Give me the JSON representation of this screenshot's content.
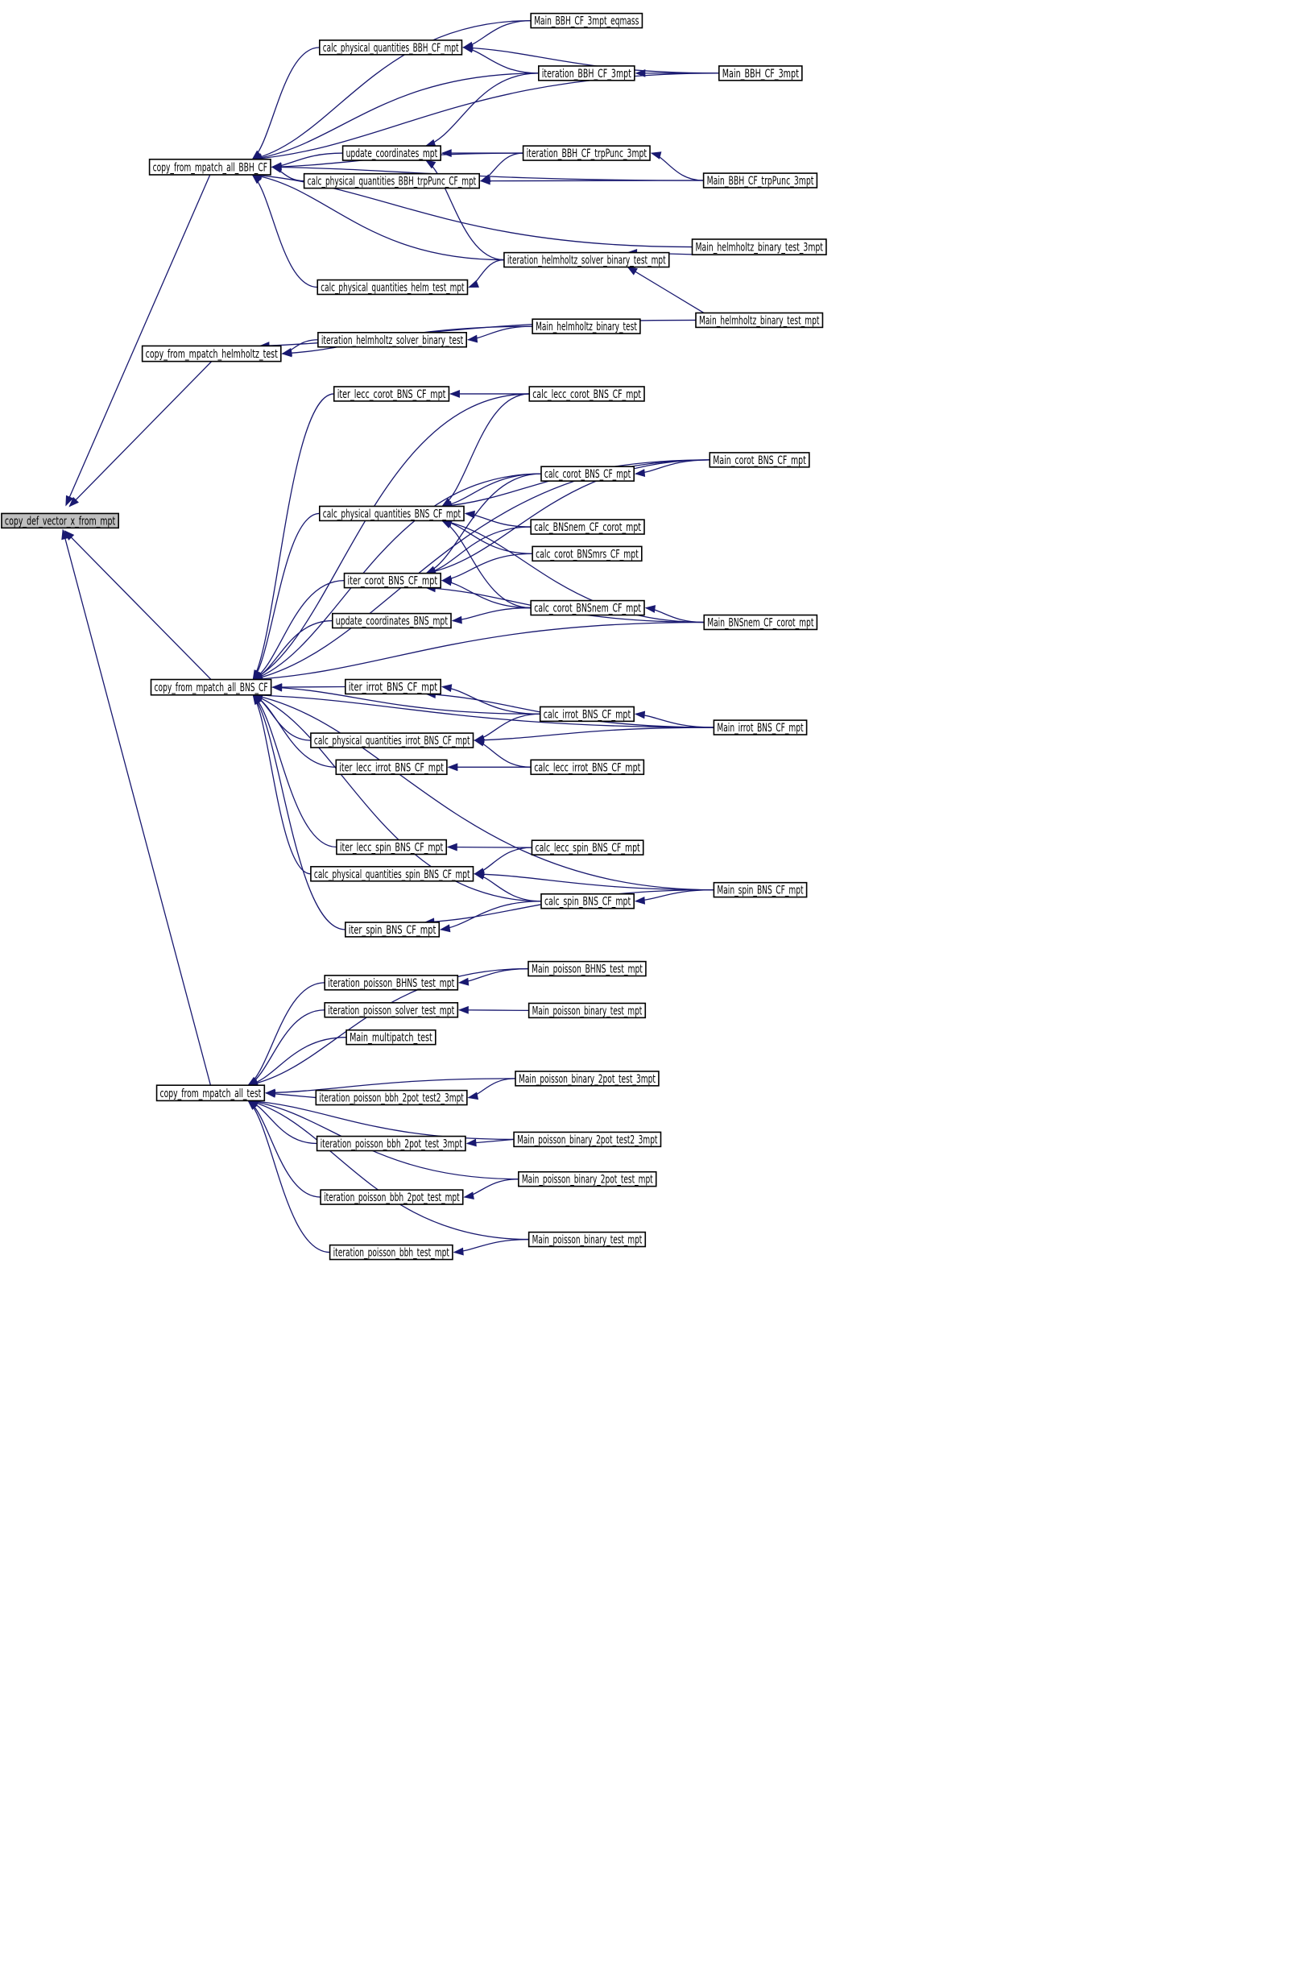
{
  "nodes": [
    {
      "id": "root",
      "label": "copy_def_vector_x_from_mpt"
    },
    {
      "id": "bbh",
      "label": "copy_from_mpatch_all_BBH_CF"
    },
    {
      "id": "helm",
      "label": "copy_from_mpatch_helmholtz_test"
    },
    {
      "id": "bns",
      "label": "copy_from_mpatch_all_BNS_CF"
    },
    {
      "id": "test",
      "label": "copy_from_mpatch_all_test"
    },
    {
      "id": "cpq_bbh",
      "label": "calc_physical_quantities_BBH_CF_mpt"
    },
    {
      "id": "upd",
      "label": "update_coordinates_mpt"
    },
    {
      "id": "cpq_trp",
      "label": "calc_physical_quantities_BBH_trpPunc_CF_mpt"
    },
    {
      "id": "cpq_helm",
      "label": "calc_physical_quantities_helm_test_mpt"
    },
    {
      "id": "main_eqm",
      "label": "Main_BBH_CF_3mpt_eqmass"
    },
    {
      "id": "it_bbh3",
      "label": "iteration_BBH_CF_3mpt"
    },
    {
      "id": "main_bbh3",
      "label": "Main_BBH_CF_3mpt"
    },
    {
      "id": "it_trp",
      "label": "iteration_BBH_CF_trpPunc_3mpt"
    },
    {
      "id": "main_trp",
      "label": "Main_BBH_CF_trpPunc_3mpt"
    },
    {
      "id": "main_hb3",
      "label": "Main_helmholtz_binary_test_3mpt"
    },
    {
      "id": "it_hbt",
      "label": "iteration_helmholtz_solver_binary_test_mpt"
    },
    {
      "id": "main_hbtm",
      "label": "Main_helmholtz_binary_test_mpt"
    },
    {
      "id": "it_hs",
      "label": "iteration_helmholtz_solver_binary_test"
    },
    {
      "id": "main_hbt",
      "label": "Main_helmholtz_binary_test"
    },
    {
      "id": "ilc",
      "label": "iter_lecc_corot_BNS_CF_mpt"
    },
    {
      "id": "clc",
      "label": "calc_lecc_corot_BNS_CF_mpt"
    },
    {
      "id": "main_cor",
      "label": "Main_corot_BNS_CF_mpt"
    },
    {
      "id": "cc",
      "label": "calc_corot_BNS_CF_mpt"
    },
    {
      "id": "cpq_bns",
      "label": "calc_physical_quantities_BNS_CF_mpt"
    },
    {
      "id": "cbn",
      "label": "calc_BNSnem_CF_corot_mpt"
    },
    {
      "id": "cbm",
      "label": "calc_corot_BNSmrs_CF_mpt"
    },
    {
      "id": "ic",
      "label": "iter_corot_BNS_CF_mpt"
    },
    {
      "id": "ccn",
      "label": "calc_corot_BNSnem_CF_mpt"
    },
    {
      "id": "ucb",
      "label": "update_coordinates_BNS_mpt"
    },
    {
      "id": "main_nem",
      "label": "Main_BNSnem_CF_corot_mpt"
    },
    {
      "id": "ii",
      "label": "iter_irrot_BNS_CF_mpt"
    },
    {
      "id": "ci",
      "label": "calc_irrot_BNS_CF_mpt"
    },
    {
      "id": "main_irr",
      "label": "Main_irrot_BNS_CF_mpt"
    },
    {
      "id": "cpq_irr",
      "label": "calc_physical_quantities_irrot_BNS_CF_mpt"
    },
    {
      "id": "ili",
      "label": "iter_lecc_irrot_BNS_CF_mpt"
    },
    {
      "id": "cli",
      "label": "calc_lecc_irrot_BNS_CF_mpt"
    },
    {
      "id": "ils",
      "label": "iter_lecc_spin_BNS_CF_mpt"
    },
    {
      "id": "cls",
      "label": "calc_lecc_spin_BNS_CF_mpt"
    },
    {
      "id": "cpq_spin",
      "label": "calc_physical_quantities_spin_BNS_CF_mpt"
    },
    {
      "id": "main_spin",
      "label": "Main_spin_BNS_CF_mpt"
    },
    {
      "id": "cs",
      "label": "calc_spin_BNS_CF_mpt"
    },
    {
      "id": "is",
      "label": "iter_spin_BNS_CF_mpt"
    },
    {
      "id": "ipbh",
      "label": "iteration_poisson_BHNS_test_mpt"
    },
    {
      "id": "mpbh",
      "label": "Main_poisson_BHNS_test_mpt"
    },
    {
      "id": "ips",
      "label": "iteration_poisson_solver_test_mpt"
    },
    {
      "id": "mpbt",
      "label": "Main_poisson_binary_test_mpt"
    },
    {
      "id": "mmt",
      "label": "Main_multipatch_test"
    },
    {
      "id": "mp2t3",
      "label": "Main_poisson_binary_2pot_test_3mpt"
    },
    {
      "id": "ipb2t2",
      "label": "iteration_poisson_bbh_2pot_test2_3mpt"
    },
    {
      "id": "mp2t23",
      "label": "Main_poisson_binary_2pot_test2_3mpt"
    },
    {
      "id": "ipb2t3",
      "label": "iteration_poisson_bbh_2pot_test_3mpt"
    },
    {
      "id": "mp2tm",
      "label": "Main_poisson_binary_2pot_test_mpt"
    },
    {
      "id": "ipb2t",
      "label": "iteration_poisson_bbh_2pot_test_mpt"
    },
    {
      "id": "mpbtm",
      "label": "Main_poisson_binary_test_mpt"
    },
    {
      "id": "ipbt",
      "label": "iteration_poisson_bbh_test_mpt"
    }
  ],
  "edges": [
    [
      "bbh",
      "root"
    ],
    [
      "helm",
      "root"
    ],
    [
      "bns",
      "root"
    ],
    [
      "test",
      "root"
    ],
    [
      "main_eqm",
      "cpq_bbh"
    ],
    [
      "it_bbh3",
      "cpq_bbh"
    ],
    [
      "main_bbh3",
      "cpq_bbh"
    ],
    [
      "main_bbh3",
      "it_bbh3"
    ],
    [
      "it_bbh3",
      "upd"
    ],
    [
      "it_trp",
      "upd"
    ],
    [
      "it_hbt",
      "upd"
    ],
    [
      "it_trp",
      "cpq_trp"
    ],
    [
      "main_trp",
      "cpq_trp"
    ],
    [
      "main_trp",
      "it_trp"
    ],
    [
      "main_hb3",
      "it_hbt"
    ],
    [
      "main_hbtm",
      "it_hbt"
    ],
    [
      "it_hbt",
      "cpq_helm"
    ],
    [
      "main_eqm",
      "bbh"
    ],
    [
      "cpq_bbh",
      "bbh"
    ],
    [
      "it_bbh3",
      "bbh"
    ],
    [
      "main_bbh3",
      "bbh"
    ],
    [
      "it_trp",
      "bbh"
    ],
    [
      "upd",
      "bbh"
    ],
    [
      "cpq_trp",
      "bbh"
    ],
    [
      "main_trp",
      "bbh"
    ],
    [
      "main_hb3",
      "bbh"
    ],
    [
      "it_hbt",
      "bbh"
    ],
    [
      "cpq_helm",
      "bbh"
    ],
    [
      "main_hbt",
      "helm"
    ],
    [
      "it_hs",
      "helm"
    ],
    [
      "main_hbtm",
      "helm"
    ],
    [
      "main_hbt",
      "it_hs"
    ],
    [
      "clc",
      "ilc"
    ],
    [
      "clc",
      "cpq_bns"
    ],
    [
      "main_cor",
      "cc"
    ],
    [
      "main_cor",
      "cpq_bns"
    ],
    [
      "cc",
      "cpq_bns"
    ],
    [
      "cbn",
      "cpq_bns"
    ],
    [
      "cbm",
      "cpq_bns"
    ],
    [
      "ccn",
      "cpq_bns"
    ],
    [
      "main_nem",
      "cpq_bns"
    ],
    [
      "cc",
      "ic"
    ],
    [
      "cbn",
      "ic"
    ],
    [
      "cbm",
      "ic"
    ],
    [
      "main_cor",
      "ic"
    ],
    [
      "ccn",
      "ic"
    ],
    [
      "main_nem",
      "ic"
    ],
    [
      "main_nem",
      "ccn"
    ],
    [
      "ccn",
      "ucb"
    ],
    [
      "ilc",
      "bns"
    ],
    [
      "clc",
      "bns"
    ],
    [
      "main_cor",
      "bns"
    ],
    [
      "cc",
      "bns"
    ],
    [
      "cpq_bns",
      "bns"
    ],
    [
      "ic",
      "bns"
    ],
    [
      "ucb",
      "bns"
    ],
    [
      "main_nem",
      "bns"
    ],
    [
      "ii",
      "bns"
    ],
    [
      "ci",
      "bns"
    ],
    [
      "cpq_irr",
      "bns"
    ],
    [
      "ili",
      "bns"
    ],
    [
      "main_irr",
      "bns"
    ],
    [
      "main_spin",
      "bns"
    ],
    [
      "ils",
      "bns"
    ],
    [
      "cpq_spin",
      "bns"
    ],
    [
      "cs",
      "bns"
    ],
    [
      "is",
      "bns"
    ],
    [
      "ci",
      "ii"
    ],
    [
      "main_irr",
      "ii"
    ],
    [
      "main_irr",
      "ci"
    ],
    [
      "ci",
      "cpq_irr"
    ],
    [
      "main_irr",
      "cpq_irr"
    ],
    [
      "cli",
      "cpq_irr"
    ],
    [
      "cli",
      "ili"
    ],
    [
      "cls",
      "ils"
    ],
    [
      "cls",
      "cpq_spin"
    ],
    [
      "main_spin",
      "cpq_spin"
    ],
    [
      "cs",
      "cpq_spin"
    ],
    [
      "main_spin",
      "cs"
    ],
    [
      "cs",
      "is"
    ],
    [
      "main_spin",
      "is"
    ],
    [
      "mpbh",
      "test"
    ],
    [
      "ipbh",
      "test"
    ],
    [
      "ips",
      "test"
    ],
    [
      "mmt",
      "test"
    ],
    [
      "mp2t3",
      "test"
    ],
    [
      "ipb2t2",
      "test"
    ],
    [
      "mp2t23",
      "test"
    ],
    [
      "ipb2t3",
      "test"
    ],
    [
      "mp2tm",
      "test"
    ],
    [
      "ipb2t",
      "test"
    ],
    [
      "mpbtm",
      "test"
    ],
    [
      "ipbt",
      "test"
    ],
    [
      "mpbh",
      "ipbh"
    ],
    [
      "mpbt",
      "ips"
    ],
    [
      "mp2t3",
      "ipb2t2"
    ],
    [
      "mp2t23",
      "ipb2t3"
    ],
    [
      "mp2tm",
      "ipb2t"
    ],
    [
      "mpbtm",
      "ipbt"
    ]
  ]
}
